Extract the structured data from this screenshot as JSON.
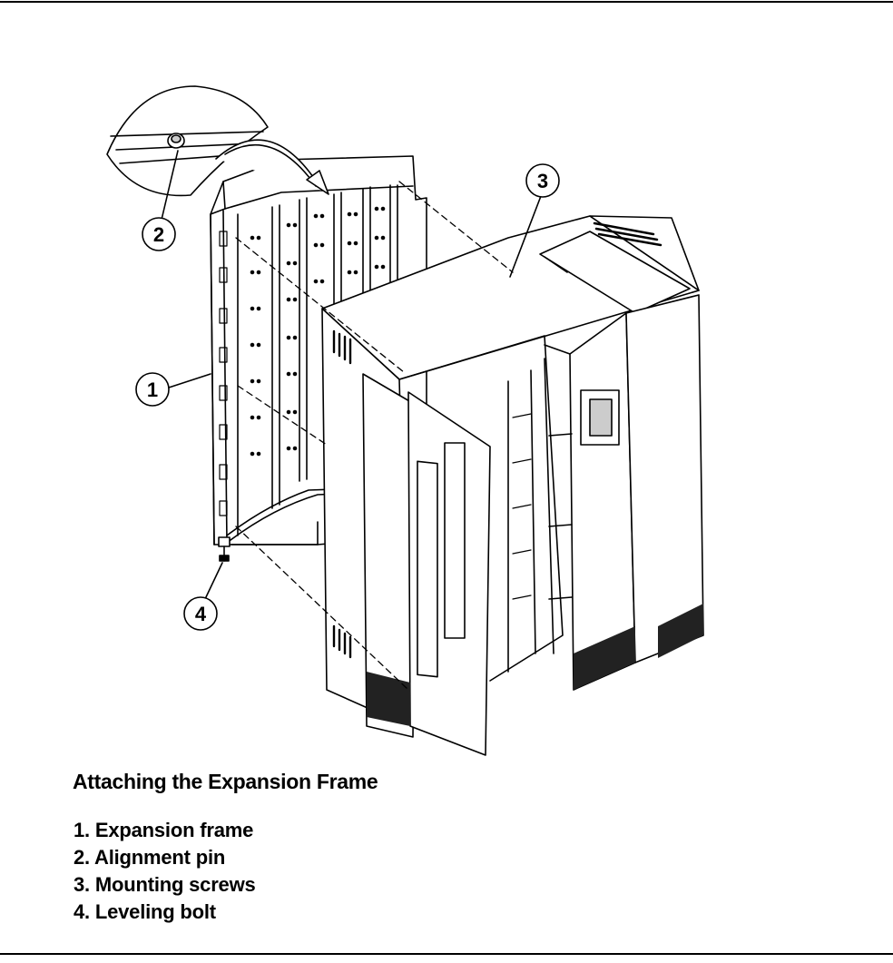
{
  "caption": {
    "title": "Attaching the Expansion Frame",
    "items": [
      "1. Expansion frame",
      "2. Alignment pin",
      "3. Mounting screws",
      "4. Leveling bolt"
    ]
  },
  "callouts": [
    "1",
    "2",
    "3",
    "4"
  ],
  "colors": {
    "line": "#000000",
    "panel": "#ffffff",
    "shade": "#222222",
    "light": "#d8d8d8"
  }
}
